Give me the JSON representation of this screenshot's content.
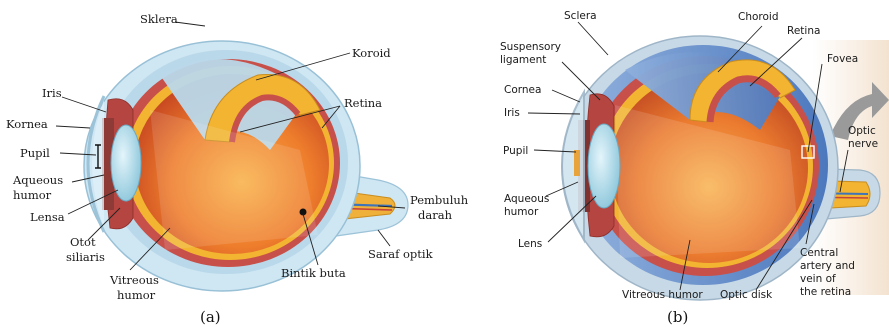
{
  "panel_a": {
    "caption": "(a)",
    "labels": {
      "sklera": "Sklera",
      "koroid": "Koroid",
      "retina": "Retina",
      "iris": "Iris",
      "kornea": "Kornea",
      "pupil": "Pupil",
      "aqueous_1": "Aqueous",
      "aqueous_2": "humor",
      "lensa": "Lensa",
      "otot_1": "Otot",
      "otot_2": "siliaris",
      "vitreous_1": "Vitreous",
      "vitreous_2": "humor",
      "bintik": "Bintik buta",
      "pembuluh_1": "Pembuluh",
      "pembuluh_2": "darah",
      "saraf": "Saraf optik"
    }
  },
  "panel_b": {
    "caption": "(b)",
    "labels": {
      "sclera": "Sclera",
      "choroid": "Choroid",
      "retina": "Retina",
      "fovea": "Fovea",
      "suspensory_1": "Suspensory",
      "suspensory_2": "ligament",
      "cornea": "Cornea",
      "iris": "Iris",
      "pupil": "Pupil",
      "aqueous_1": "Aqueous",
      "aqueous_2": "humor",
      "lens": "Lens",
      "vitreous": "Vitreous humor",
      "optic_disk": "Optic disk",
      "optic_nerve_1": "Optic",
      "optic_nerve_2": "nerve",
      "central_1": "Central",
      "central_2": "artery and",
      "central_3": "vein of",
      "central_4": "the retina"
    }
  },
  "colors": {
    "sclera_a": "#cfe6f3",
    "sclera_b": "#c7d9e6",
    "choroid": "#c8504a",
    "retina": "#f2b431",
    "vitreous": "#e9722a",
    "lens": "#a8d6e6",
    "sky_b": "#5b86c6"
  }
}
